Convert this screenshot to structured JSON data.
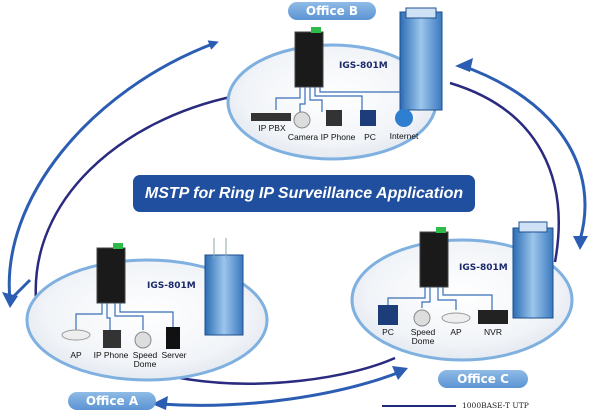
{
  "title": "MSTP for Ring IP Surveillance Application",
  "colors": {
    "title_bg": "#1f4f9e",
    "ring_arrow": "#2b5db3",
    "uplink_line": "#2a2a80",
    "ellipse_stroke": "#7fb0e0",
    "model_text": "#1b2a6b"
  },
  "offices": {
    "a": {
      "name": "Office A",
      "switch_model": "IGS-801M",
      "devices": [
        "AP",
        "IP Phone",
        "Speed Dome",
        "Server"
      ]
    },
    "b": {
      "name": "Office B",
      "switch_model": "IGS-801M",
      "devices": [
        "IP PBX",
        "Camera",
        "IP Phone",
        "PC",
        "Internet"
      ]
    },
    "c": {
      "name": "Office C",
      "switch_model": "IGS-801M",
      "devices": [
        "PC",
        "Speed Dome",
        "AP",
        "NVR"
      ]
    }
  },
  "legend": {
    "line_label": "1000BASE-T UTP"
  }
}
